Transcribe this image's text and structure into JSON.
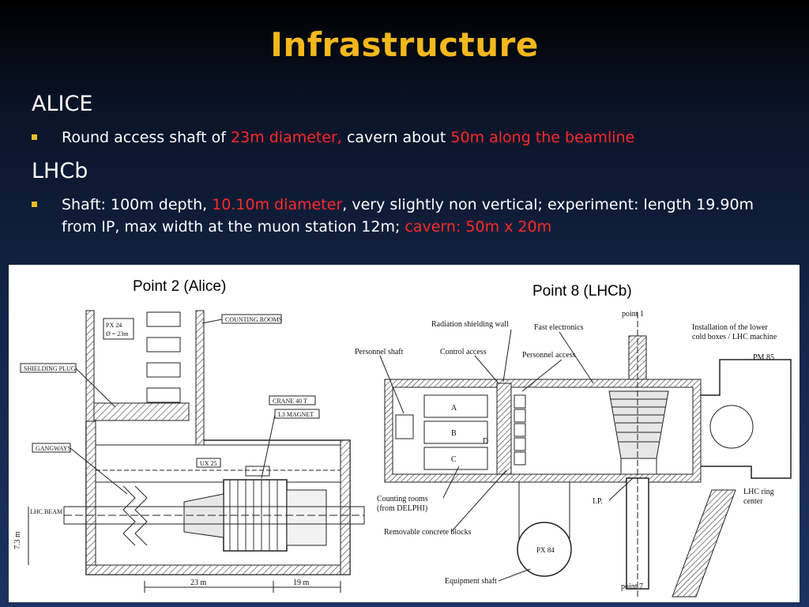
{
  "slide": {
    "title": "Infrastructure",
    "sections": [
      {
        "heading": "ALICE",
        "bullet": [
          {
            "text": "Round access shaft of ",
            "highlight": false
          },
          {
            "text": "23m diameter,",
            "highlight": true
          },
          {
            "text": " cavern about ",
            "highlight": false
          },
          {
            "text": "50m along the beamline",
            "highlight": true
          }
        ]
      },
      {
        "heading": "LHCb",
        "bullet": [
          {
            "text": "Shaft: 100m depth, ",
            "highlight": false
          },
          {
            "text": "10.10m diameter",
            "highlight": true
          },
          {
            "text": ", very slightly non vertical; experiment: length 19.90m from IP, max width at the muon station 12m; ",
            "highlight": false
          },
          {
            "text": "cavern: 50m x 20m",
            "highlight": true
          }
        ]
      }
    ]
  },
  "figure": {
    "alice": {
      "caption": "Point 2 (Alice)",
      "labels": {
        "px": "PX 24",
        "px_diam": "Ø = 23m",
        "counting_rooms": "COUNTING ROOMS",
        "shielding_plug": "SHIELDING PLUG",
        "crane": "CRANE 40 T",
        "magnet": "L3 MAGNET",
        "gangways": "GANGWAYS",
        "ux": "UX 25",
        "beam": "LHC BEAM",
        "height": "7.3 m",
        "dim1": "23 m",
        "dim2": "19 m"
      }
    },
    "lhcb": {
      "caption": "Point 8 (LHCb)",
      "labels": {
        "radiation_wall": "Radiation shielding wall",
        "fast_electronics": "Fast electronics",
        "point1": "point 1",
        "installation": "Installation of the lower",
        "installation2": "cold boxes / LHC machine",
        "personnel_shaft": "Personnel shaft",
        "control_access": "Control access",
        "personnel_access": "Personnel access",
        "pm85": "PM 85",
        "counting_rooms": "Counting rooms",
        "from_delphi": "(from DELPHI)",
        "removable_blocks": "Removable concrete blocks",
        "ip": "I.P.",
        "ring_center": "LHC ring",
        "ring_center2": "center",
        "px84": "PX 84",
        "equipment_shaft": "Equipment shaft",
        "point7": "point 7",
        "room_a": "A",
        "room_b": "B",
        "room_c": "C",
        "room_d": "D"
      }
    }
  },
  "colors": {
    "title": "#f2b81c",
    "highlight": "#ff2a2a",
    "bullet_marker": "#e8c020"
  }
}
